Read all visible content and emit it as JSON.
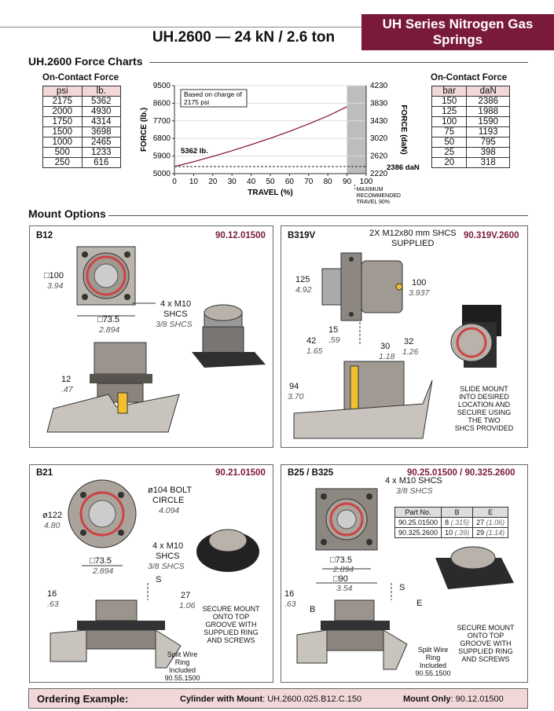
{
  "header": {
    "series": "UH Series Nitrogen Gas Springs",
    "title": "UH.2600 — 24 kN / 2.6 ton"
  },
  "force": {
    "heading": "UH.2600 Force Charts",
    "left": {
      "caption": "On-Contact Force",
      "cols": [
        "psi",
        "lb."
      ],
      "rows": [
        [
          "2175",
          "5362"
        ],
        [
          "2000",
          "4930"
        ],
        [
          "1750",
          "4314"
        ],
        [
          "1500",
          "3698"
        ],
        [
          "1000",
          "2465"
        ],
        [
          "500",
          "1233"
        ],
        [
          "250",
          "616"
        ]
      ]
    },
    "right": {
      "caption": "On-Contact Force",
      "cols": [
        "bar",
        "daN"
      ],
      "rows": [
        [
          "150",
          "2386"
        ],
        [
          "125",
          "1988"
        ],
        [
          "100",
          "1590"
        ],
        [
          "75",
          "1193"
        ],
        [
          "50",
          "795"
        ],
        [
          "25",
          "398"
        ],
        [
          "20",
          "318"
        ]
      ]
    }
  },
  "chart_data": {
    "type": "line",
    "xlabel": "TRAVEL (%)",
    "ylabel": "FORCE (lb.)",
    "y2label": "FORCE (daN)",
    "xlim": [
      0,
      100
    ],
    "ylim": [
      5000,
      9500
    ],
    "y2lim": [
      2220,
      4230
    ],
    "xticks": [
      "0",
      "10",
      "20",
      "30",
      "40",
      "50",
      "60",
      "70",
      "80",
      "90",
      "100"
    ],
    "yticks": [
      "5000",
      "5900",
      "6800",
      "7700",
      "8600",
      "9500"
    ],
    "y2ticks": [
      "2220",
      "2620",
      "3020",
      "3430",
      "3830",
      "4230"
    ],
    "series": [
      {
        "x": [
          0,
          10,
          20,
          30,
          40,
          50,
          60,
          70,
          80,
          90
        ],
        "y": [
          5362,
          5610,
          5880,
          6170,
          6480,
          6810,
          7160,
          7540,
          7950,
          8420
        ]
      }
    ],
    "note": "Based on charge of 2175 psi",
    "start_label": "5362 lb.",
    "end_label": "2386 daN",
    "max_label": [
      "MAXIMUM",
      "RECOMMENDED",
      "TRAVEL 90%"
    ],
    "max_travel": 90
  },
  "mount": {
    "heading": "Mount Options",
    "b12": {
      "name": "B12",
      "part": "90.12.01500",
      "sq": "□100",
      "sq_in": "3.94",
      "sq2": "□73.5",
      "sq2_in": "2.894",
      "screw1": "4 x M10",
      "screw2": "SHCS",
      "screw_in": "3/8 SHCS",
      "h": "12",
      "h_in": ".47"
    },
    "b319": {
      "name": "B319V",
      "part": "90.319V.2600",
      "screw1": "2X M12x80 mm SHCS",
      "screw2": "SUPPLIED",
      "d125": "125",
      "d125_in": "4.92",
      "d100": "100",
      "d100_in": "3.937",
      "d15": "15",
      "d15_in": ".59",
      "d42": "42",
      "d42_in": "1.65",
      "d30": "30",
      "d30_in": "1.18",
      "d32": "32",
      "d32_in": "1.26",
      "d94": "94",
      "d94_in": "3.70",
      "note": [
        "SLIDE MOUNT",
        "INTO DESIRED",
        "LOCATION AND",
        "SECURE USING",
        "THE TWO",
        "SHCS PROVIDED"
      ]
    },
    "b21": {
      "name": "B21",
      "part": "90.21.01500",
      "bolt1": "ø104 BOLT",
      "bolt2": "CIRCLE",
      "bolt_in": "4.094",
      "dia": "ø122",
      "dia_in": "4.80",
      "screw1": "4 x M10",
      "screw2": "SHCS",
      "screw_in": "3/8 SHCS",
      "sq": "□73.5",
      "sq_in": "2.894",
      "s": "S",
      "d16": "16",
      "d16_in": ".63",
      "d27": "27",
      "d27_in": "1.06",
      "note": [
        "SECURE MOUNT",
        "ONTO TOP",
        "GROOVE WITH",
        "SUPPLIED RING",
        "AND SCREWS"
      ],
      "ring": [
        "Split Wire",
        "Ring",
        "Included",
        "90.55.1500"
      ]
    },
    "b25": {
      "name": "B25 / B325",
      "part": "90.25.01500 / 90.325.2600",
      "screw1": "4 x M10 SHCS",
      "screw_in": "3/8 SHCS",
      "cols": [
        "Part No.",
        "B",
        "E"
      ],
      "rows": [
        [
          "90.25.01500",
          "8",
          "(.315)",
          "27",
          "(1.06)"
        ],
        [
          "90.325.2600",
          "10",
          "(.39)",
          "29",
          "(1.14)"
        ]
      ],
      "sq": "□73.5",
      "sq_in": "2.894",
      "sq2": "□90",
      "sq2_in": "3.54",
      "s": "S",
      "e": "E",
      "b": "B",
      "d16": "16",
      "d16_in": ".63",
      "note": [
        "SECURE MOUNT",
        "ONTO TOP",
        "GROOVE WITH",
        "SUPPLIED RING",
        "AND SCREWS"
      ],
      "ring": [
        "Split Wire",
        "Ring",
        "Included",
        "90.55.1500"
      ]
    }
  },
  "order": {
    "label": "Ordering Example:",
    "c_label": "Cylinder with Mount",
    "c_value": ": UH.2600.025.B12.C.150",
    "m_label": "Mount Only",
    "m_value": ": 90.12.01500"
  },
  "colors": {
    "brand": "#7a1a3a",
    "pink": "#f2d7d9",
    "line": "#8a1f3e"
  }
}
